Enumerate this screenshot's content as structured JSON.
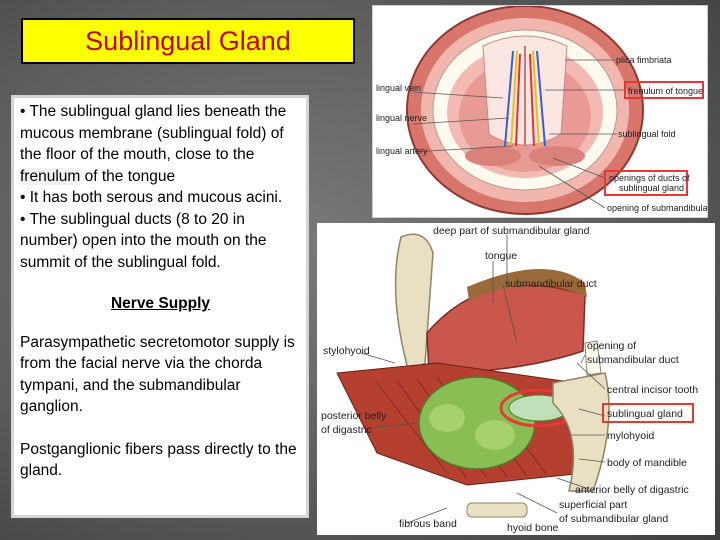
{
  "title": "Sublingual Gland",
  "body": {
    "bullet1_before": "• The sublingual gland lies beneath the mucous membrane (sublingual fold) of the floor of the mouth, close to the ",
    "bullet1_highlight": "frenulum",
    "bullet1_after": " of the tongue",
    "bullet2": "• It has both serous and mucous acini.",
    "bullet3": "• The sublingual ducts (8 to 20 in number) open into the mouth on the summit of the sublingual fold.",
    "nerve_heading": "Nerve Supply",
    "nerve_para1": "Parasympathetic secretomotor supply is from the facial nerve via the chorda tympani, and the submandibular ganglion.",
    "nerve_para2": "Postganglionic fibers pass directly to the gland."
  },
  "figure1": {
    "labels": {
      "plica_fimbriata": "plica fimbriata",
      "lingual_vein": "lingual vein",
      "frenulum": "frenulum of tongue",
      "lingual_nerve": "lingual nerve",
      "sublingual_fold": "sublingual fold",
      "lingual_artery": "lingual artery",
      "openings_line1": "openings of ducts of",
      "openings_line2": "sublingual gland",
      "submandibular_opening": "opening of submandibular duct"
    }
  },
  "figure2": {
    "labels": {
      "deep_part": "deep part of submandibular gland",
      "tongue": "tongue",
      "submandibular_duct": "submandibular duct",
      "stylohyoid": "stylohyoid",
      "opening_line1": "opening of",
      "opening_line2": "submandibular duct",
      "central_incisor": "central incisor tooth",
      "posterior_belly_line1": "posterior belly",
      "posterior_belly_line2": "of digastric",
      "sublingual_gland": "sublingual gland",
      "mylohyoid": "mylohyoid",
      "body_mandible": "body of mandible",
      "anterior_belly": "anterior belly of digastric",
      "superficial_line1": "superficial part",
      "superficial_line2": "of submandibular gland",
      "fibrous_band": "fibrous band",
      "hyoid_bone": "hyoid bone"
    }
  },
  "colors": {
    "title_bg": "#ffff00",
    "title_text": "#c00000",
    "highlight_box": "#e53935"
  }
}
